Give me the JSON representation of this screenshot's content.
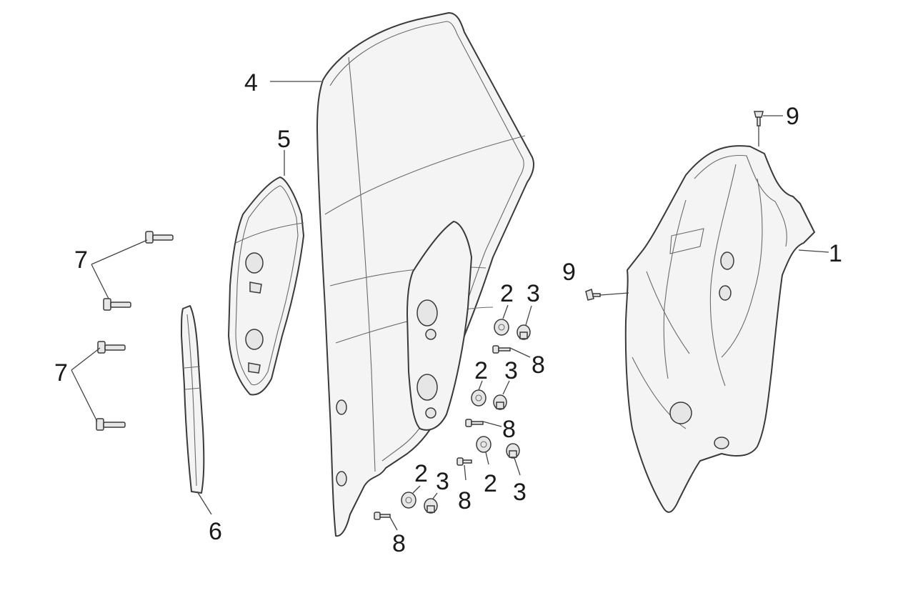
{
  "callouts": [
    {
      "id": "c4",
      "label": "4"
    },
    {
      "id": "c5",
      "label": "5"
    },
    {
      "id": "c7a",
      "label": "7"
    },
    {
      "id": "c7b",
      "label": "7"
    },
    {
      "id": "c6",
      "label": "6"
    },
    {
      "id": "c9a",
      "label": "9"
    },
    {
      "id": "c9b",
      "label": "9"
    },
    {
      "id": "c1",
      "label": "1"
    },
    {
      "id": "c2a",
      "label": "2"
    },
    {
      "id": "c3a",
      "label": "3"
    },
    {
      "id": "c8a",
      "label": "8"
    },
    {
      "id": "c2b",
      "label": "2"
    },
    {
      "id": "c3b",
      "label": "3"
    },
    {
      "id": "c8b",
      "label": "8"
    },
    {
      "id": "c2c",
      "label": "2"
    },
    {
      "id": "c3c",
      "label": "3"
    },
    {
      "id": "c8c",
      "label": "8"
    },
    {
      "id": "c2d",
      "label": "2"
    },
    {
      "id": "c3d",
      "label": "3"
    },
    {
      "id": "c8d",
      "label": "8"
    }
  ]
}
